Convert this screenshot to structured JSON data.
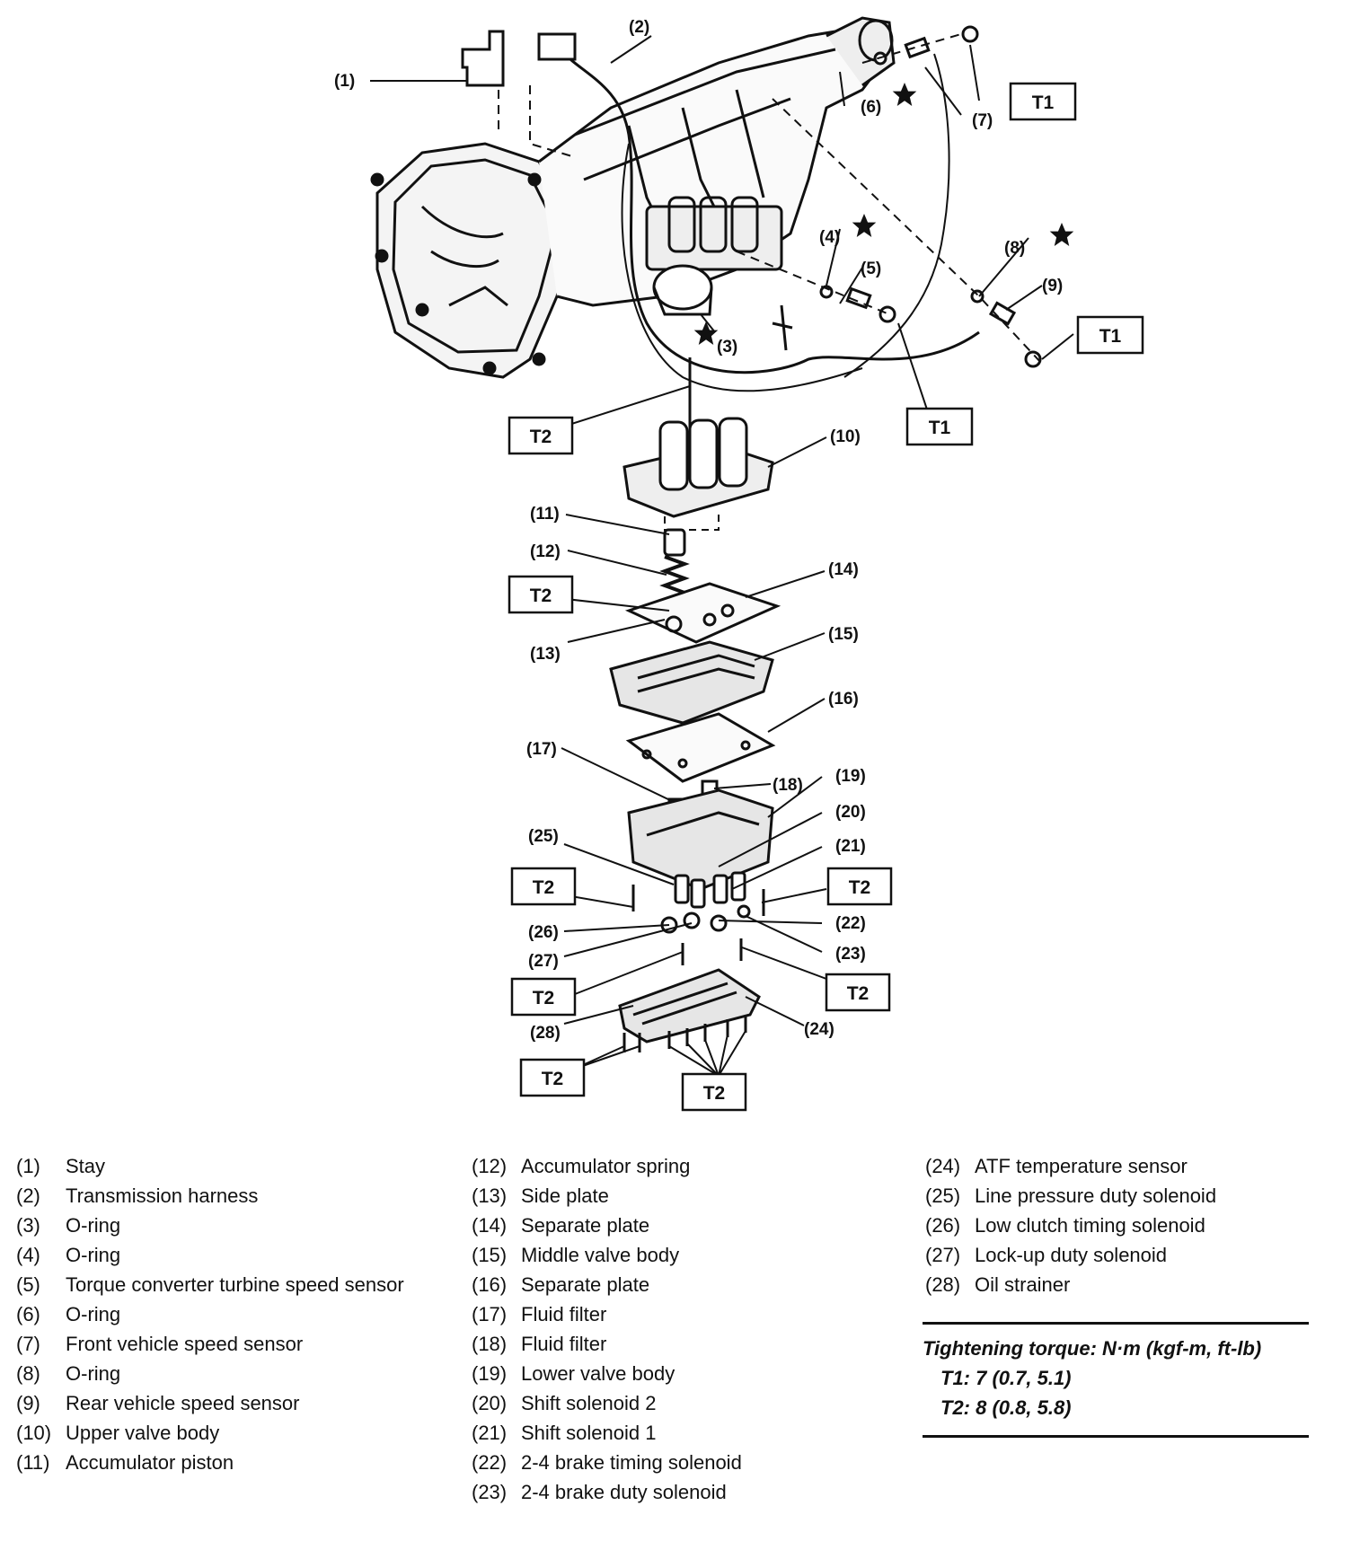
{
  "callouts": {
    "c1": "(1)",
    "c2": "(2)",
    "c3": "(3)",
    "c4": "(4)",
    "c5": "(5)",
    "c6": "(6)",
    "c7": "(7)",
    "c8": "(8)",
    "c9": "(9)",
    "c10": "(10)",
    "c11": "(11)",
    "c12": "(12)",
    "c13": "(13)",
    "c14": "(14)",
    "c15": "(15)",
    "c16": "(16)",
    "c17": "(17)",
    "c18": "(18)",
    "c19": "(19)",
    "c20": "(20)",
    "c21": "(21)",
    "c22": "(22)",
    "c23": "(23)",
    "c24": "(24)",
    "c25": "(25)",
    "c26": "(26)",
    "c27": "(27)",
    "c28": "(28)"
  },
  "torque_tags": {
    "t1": "T1",
    "t2": "T2"
  },
  "legend": {
    "col1": [
      {
        "num": "(1)",
        "text": "Stay"
      },
      {
        "num": "(2)",
        "text": "Transmission harness"
      },
      {
        "num": "(3)",
        "text": "O-ring"
      },
      {
        "num": "(4)",
        "text": "O-ring"
      },
      {
        "num": "(5)",
        "text": "Torque converter turbine speed sensor"
      },
      {
        "num": "(6)",
        "text": "O-ring"
      },
      {
        "num": "(7)",
        "text": "Front vehicle speed sensor"
      },
      {
        "num": "(8)",
        "text": "O-ring"
      },
      {
        "num": "(9)",
        "text": "Rear vehicle speed sensor"
      },
      {
        "num": "(10)",
        "text": "Upper valve body"
      },
      {
        "num": "(11)",
        "text": "Accumulator piston"
      }
    ],
    "col2": [
      {
        "num": "(12)",
        "text": "Accumulator spring"
      },
      {
        "num": "(13)",
        "text": "Side plate"
      },
      {
        "num": "(14)",
        "text": "Separate plate"
      },
      {
        "num": "(15)",
        "text": "Middle valve body"
      },
      {
        "num": "(16)",
        "text": "Separate plate"
      },
      {
        "num": "(17)",
        "text": "Fluid filter"
      },
      {
        "num": "(18)",
        "text": "Fluid filter"
      },
      {
        "num": "(19)",
        "text": "Lower valve body"
      },
      {
        "num": "(20)",
        "text": "Shift solenoid 2"
      },
      {
        "num": "(21)",
        "text": "Shift solenoid 1"
      },
      {
        "num": "(22)",
        "text": "2-4 brake timing solenoid"
      },
      {
        "num": "(23)",
        "text": "2-4 brake duty solenoid"
      }
    ],
    "col3": [
      {
        "num": "(24)",
        "text": "ATF temperature sensor"
      },
      {
        "num": "(25)",
        "text": "Line pressure duty solenoid"
      },
      {
        "num": "(26)",
        "text": "Low clutch timing solenoid"
      },
      {
        "num": "(27)",
        "text": "Lock-up duty solenoid"
      },
      {
        "num": "(28)",
        "text": "Oil strainer"
      }
    ]
  },
  "torque_spec": {
    "heading": "Tightening torque: N·m (kgf-m, ft-lb)",
    "t1": "T1: 7 (0.7, 5.1)",
    "t2": "T2: 8 (0.8, 5.8)"
  }
}
